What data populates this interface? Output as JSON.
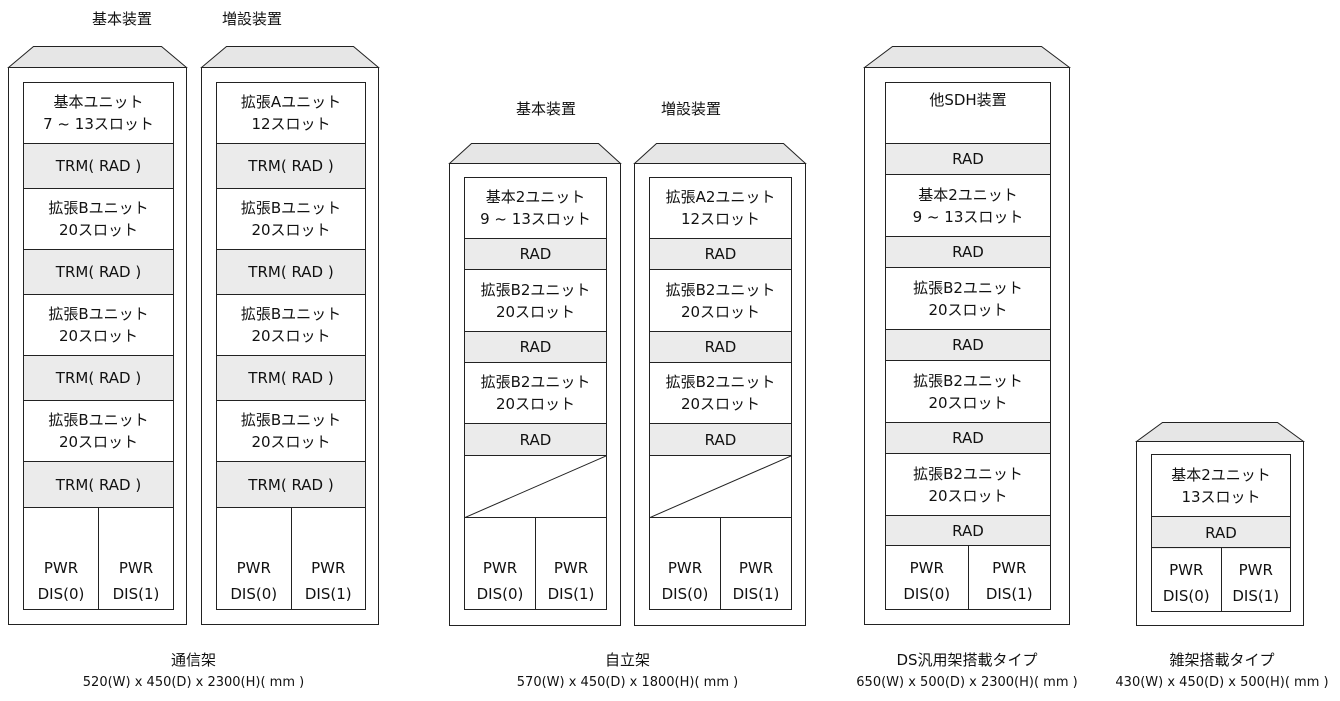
{
  "labels": {
    "basic_device": "基本装置",
    "ext_device": "増設装置",
    "trm_rad": "TRM( RAD )",
    "rad": "RAD",
    "pwr_dis0": "PWR\nDIS(0)",
    "pwr_dis1": "PWR\nDIS(1)"
  },
  "cabinets": {
    "c1": {
      "rows": [
        "基本ユニット\n7 ~ 13スロット",
        "拡張Bユニット\n20スロット",
        "拡張Bユニット\n20スロット",
        "拡張Bユニット\n20スロット"
      ]
    },
    "c2": {
      "rows": [
        "拡張Aユニット\n12スロット",
        "拡張Bユニット\n20スロット",
        "拡張Bユニット\n20スロット",
        "拡張Bユニット\n20スロット"
      ]
    },
    "c3": {
      "rows": [
        "基本2ユニット\n9 ~ 13スロット",
        "拡張B2ユニット\n20スロット",
        "拡張B2ユニット\n20スロット"
      ]
    },
    "c4": {
      "rows": [
        "拡張A2ユニット\n12スロット",
        "拡張B2ユニット\n20スロット",
        "拡張B2ユニット\n20スロット"
      ]
    },
    "c5": {
      "top": "他SDH装置",
      "rows": [
        "基本2ユニット\n9 ~ 13スロット",
        "拡張B2ユニット\n20スロット",
        "拡張B2ユニット\n20スロット",
        "拡張B2ユニット\n20スロット"
      ]
    },
    "c6": {
      "rows": [
        "基本2ユニット\n13スロット"
      ]
    }
  },
  "captions": [
    {
      "name": "通信架",
      "dims": "520(W) x 450(D) x 2300(H)( mm )"
    },
    {
      "name": "自立架",
      "dims": "570(W) x 450(D) x 1800(H)( mm )"
    },
    {
      "name": "DS汎用架搭載タイプ",
      "dims": "650(W) x 500(D) x 2300(H)( mm )"
    },
    {
      "name": "雑架搭載タイプ",
      "dims": "430(W) x 450(D) x 500(H)( mm )"
    }
  ]
}
